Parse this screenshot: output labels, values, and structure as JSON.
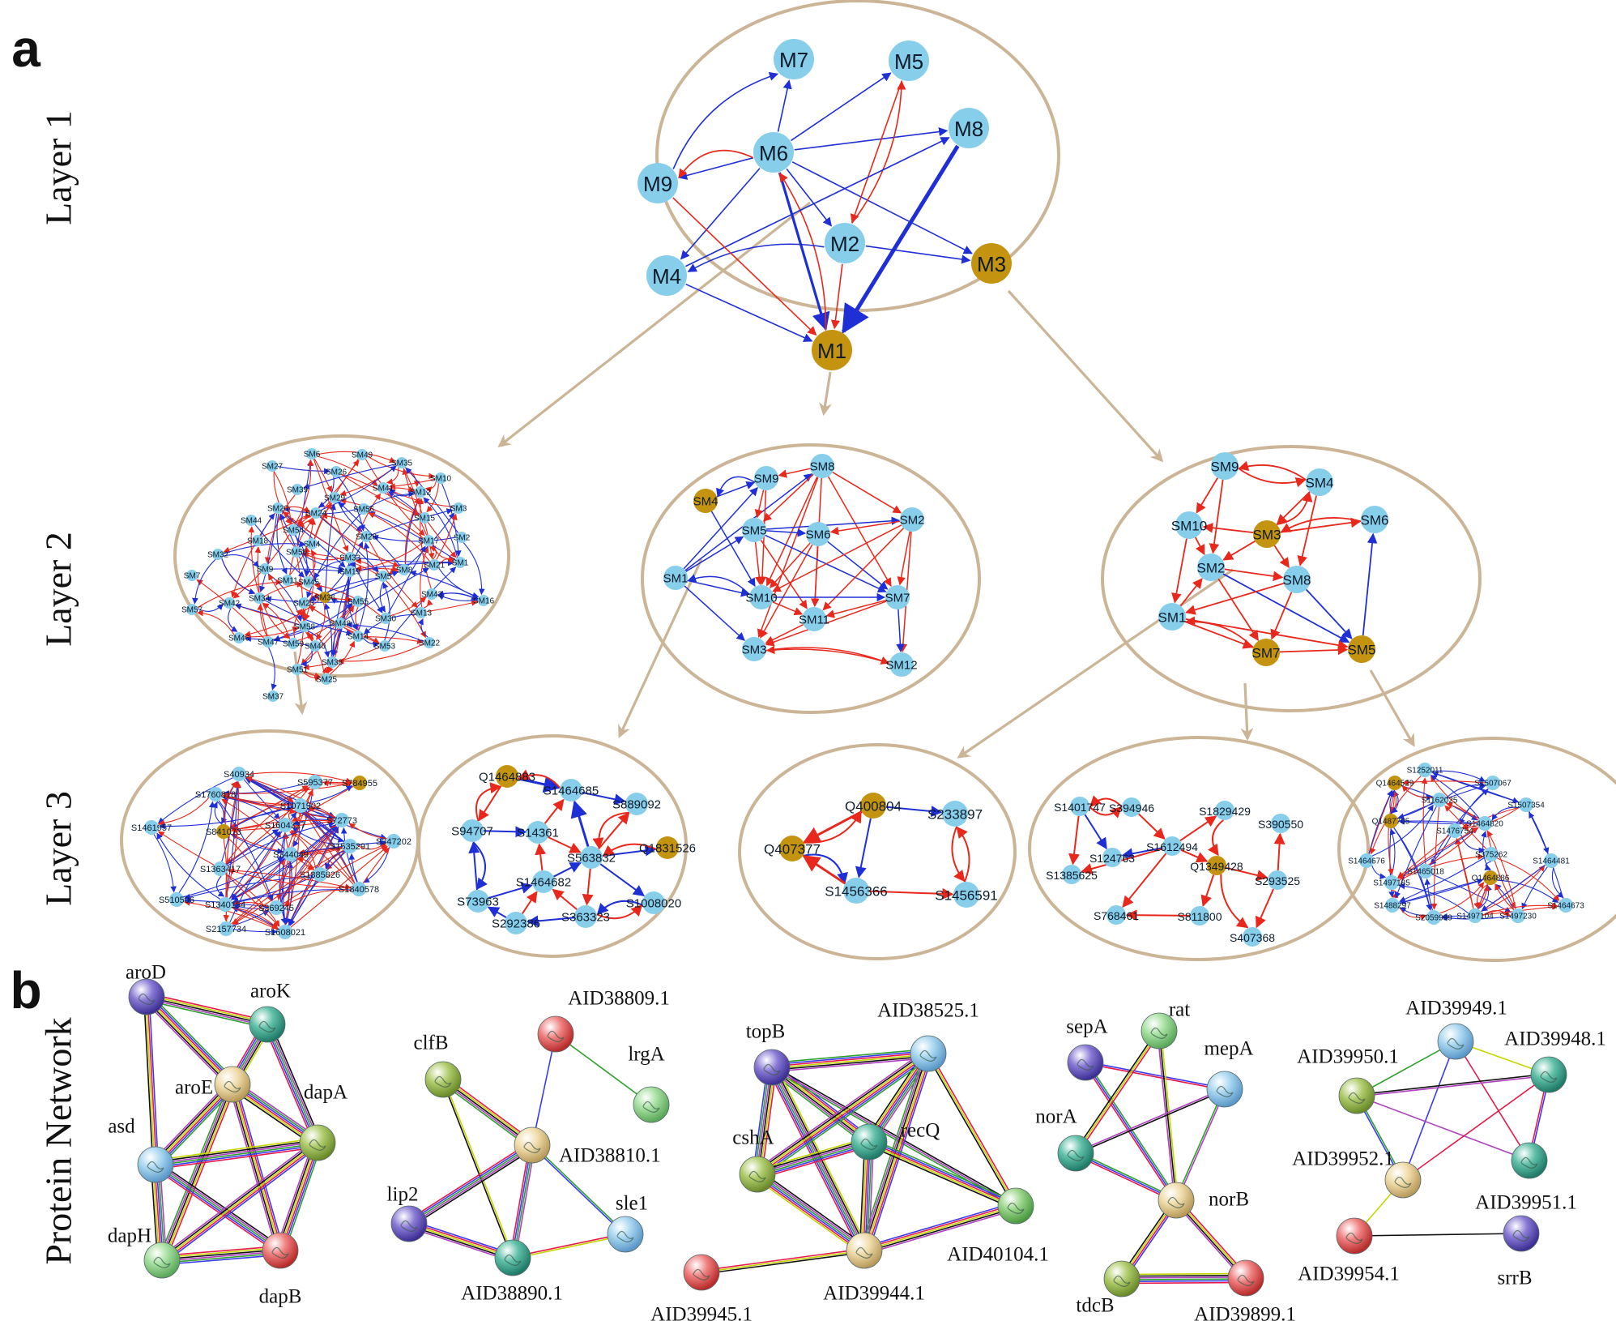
{
  "panels": {
    "a": "a",
    "b": "b"
  },
  "layers": [
    "Layer 1",
    "Layer 2",
    "Layer 3",
    "Protein Network"
  ],
  "colors": {
    "frame": "#cbb596",
    "node": "#87ceeb",
    "key_node": "#c49310",
    "edge_pos": "#e8281c",
    "edge_neg": "#1f2fd6",
    "string_edges": [
      "#2ca02c",
      "#3a3af0",
      "#e6194b",
      "#c4d600",
      "#111111",
      "#b040c0"
    ]
  },
  "layer1": {
    "nodes": [
      "M7",
      "M5",
      "M8",
      "M6",
      "M9",
      "M2",
      "M3",
      "M4",
      "M1"
    ],
    "key_nodes": [
      "M1",
      "M3"
    ]
  },
  "layer2": [
    {
      "id": "l2-m6",
      "nodes": [
        "SM27",
        "SM6",
        "SM49",
        "SM35",
        "SM26",
        "SM10",
        "SM41",
        "SM12",
        "SM39",
        "SM29",
        "SM20",
        "SM24",
        "SM56",
        "SM3",
        "SM44",
        "SM15",
        "SM18",
        "SM54",
        "SM4",
        "SM28",
        "SM17",
        "SM2",
        "SM50",
        "SM33",
        "SM32",
        "SM21",
        "SM1",
        "SM9",
        "SM19",
        "SM8",
        "SM5",
        "SM7",
        "SM11",
        "SM45",
        "SM36",
        "SM55",
        "SM43",
        "SM16",
        "SM34",
        "SM42",
        "SM23",
        "SM30",
        "SM13",
        "SM57",
        "SM58",
        "SM48",
        "SM46",
        "SM47",
        "SM59",
        "SM40",
        "SM14",
        "SM53",
        "SM22",
        "SM38",
        "SM51",
        "SM25",
        "SM37"
      ],
      "key_nodes": [
        "SM36"
      ]
    },
    {
      "id": "l2-m1",
      "nodes": [
        "SM8",
        "SM9",
        "SM4",
        "SM2",
        "SM5",
        "SM6",
        "SM1",
        "SM7",
        "SM10",
        "SM11",
        "SM3",
        "SM12"
      ],
      "key_nodes": [
        "SM4"
      ]
    },
    {
      "id": "l2-m3",
      "nodes": [
        "SM9",
        "SM4",
        "SM6",
        "SM10",
        "SM3",
        "SM2",
        "SM8",
        "SM1",
        "SM7",
        "SM5"
      ],
      "key_nodes": [
        "SM3",
        "SM7",
        "SM5"
      ]
    }
  ],
  "layer3": [
    {
      "id": "l3-a",
      "nodes": [
        "S40934",
        "S595377",
        "S784955",
        "S1760818",
        "S1071902",
        "S1461957",
        "S841073",
        "S1604327",
        "S72773",
        "S347202",
        "S1535291",
        "S344049",
        "S1363417",
        "S1885826",
        "S1840578",
        "S510506",
        "S1340154",
        "S369245",
        "S2157734",
        "S1608021"
      ],
      "key_nodes": [
        "S784955",
        "S841073"
      ]
    },
    {
      "id": "l3-b",
      "nodes": [
        "Q1464883",
        "S1464685",
        "S889092",
        "S94707",
        "S14361",
        "S563832",
        "Q1831526",
        "S1464682",
        "S73963",
        "S1008020",
        "S292386",
        "S363323"
      ],
      "key_nodes": [
        "Q1464883",
        "Q1831526"
      ]
    },
    {
      "id": "l3-c",
      "nodes": [
        "Q400804",
        "S233897",
        "Q407377",
        "S1456366",
        "S1456591"
      ],
      "key_nodes": [
        "Q400804",
        "Q407377"
      ]
    },
    {
      "id": "l3-d",
      "nodes": [
        "S1401747",
        "S394946",
        "S1829429",
        "S390550",
        "S1612494",
        "S124763",
        "Q1349428",
        "S1385625",
        "S293525",
        "S768461",
        "S811800",
        "S407368"
      ],
      "key_nodes": [
        "Q1349428"
      ]
    },
    {
      "id": "l3-e",
      "nodes": [
        "S1252011",
        "S1507067",
        "Q1464529",
        "S1162025",
        "S1507354",
        "Q1487705",
        "S1464820",
        "S1476754",
        "S375262",
        "S1464481",
        "S1464676",
        "S1465018",
        "Q1464886",
        "S1497185",
        "S1488297",
        "S2059999",
        "S1497104",
        "S1497230",
        "S1464673"
      ],
      "key_nodes": [
        "Q1464529",
        "Q1487705",
        "Q1464886"
      ]
    }
  ],
  "proteins": [
    {
      "id": "p1",
      "nodes": [
        "aroD",
        "aroK",
        "aroE",
        "dapA",
        "asd",
        "dapH",
        "dapB"
      ]
    },
    {
      "id": "p2",
      "nodes": [
        "AID38809.1",
        "clfB",
        "lrgA",
        "AID38810.1",
        "lip2",
        "sle1",
        "AID38890.1"
      ]
    },
    {
      "id": "p3",
      "nodes": [
        "topB",
        "AID38525.1",
        "cshA",
        "recQ",
        "AID40104.1",
        "AID39945.1",
        "AID39944.1"
      ]
    },
    {
      "id": "p4",
      "nodes": [
        "sepA",
        "rat",
        "mepA",
        "norA",
        "norB",
        "tdcB",
        "AID39899.1"
      ]
    },
    {
      "id": "p5",
      "nodes": [
        "AID39949.1",
        "AID39950.1",
        "AID39948.1",
        "AID39952.1",
        "AID39951.1",
        "AID39954.1",
        "srrB"
      ]
    }
  ]
}
